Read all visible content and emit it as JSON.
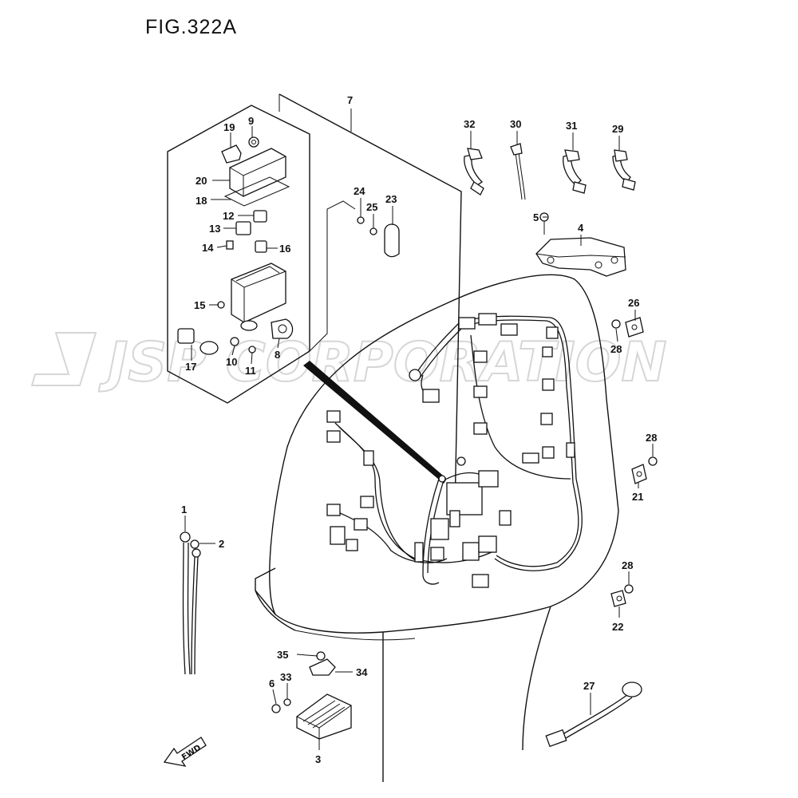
{
  "figure": {
    "title": "FIG.322A",
    "watermark": "JSP CORPORATION",
    "fwd_label": "FWD"
  },
  "callouts": {
    "c1": "1",
    "c2": "2",
    "c3": "3",
    "c4": "4",
    "c5": "5",
    "c6": "6",
    "c7": "7",
    "c8": "8",
    "c9": "9",
    "c10": "10",
    "c11": "11",
    "c12": "12",
    "c13": "13",
    "c14": "14",
    "c15": "15",
    "c16": "16",
    "c17": "17",
    "c18": "18",
    "c19": "19",
    "c20": "20",
    "c21": "21",
    "c22": "22",
    "c23": "23",
    "c24": "24",
    "c25": "25",
    "c26": "26",
    "c27": "27",
    "c28a": "28",
    "c28b": "28",
    "c28c": "28",
    "c29": "29",
    "c30": "30",
    "c31": "31",
    "c32": "32",
    "c33": "33",
    "c34": "34",
    "c35": "35"
  }
}
